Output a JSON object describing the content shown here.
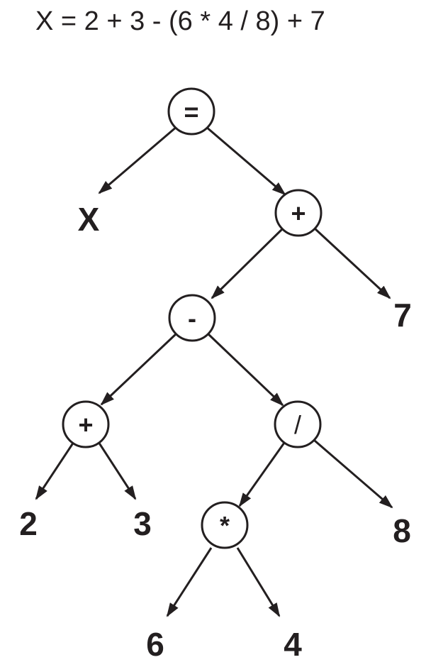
{
  "expression": "X = 2 + 3 - (6 * 4 / 8) + 7",
  "nodes": {
    "root_eq": "=",
    "var_x": "X",
    "plus_top": "+",
    "seven": "7",
    "minus": "-",
    "plus_low": "+",
    "divide": "/",
    "two": "2",
    "three": "3",
    "multiply": "*",
    "eight": "8",
    "six": "6",
    "four": "4"
  },
  "colors": {
    "ink": "#231f20"
  }
}
